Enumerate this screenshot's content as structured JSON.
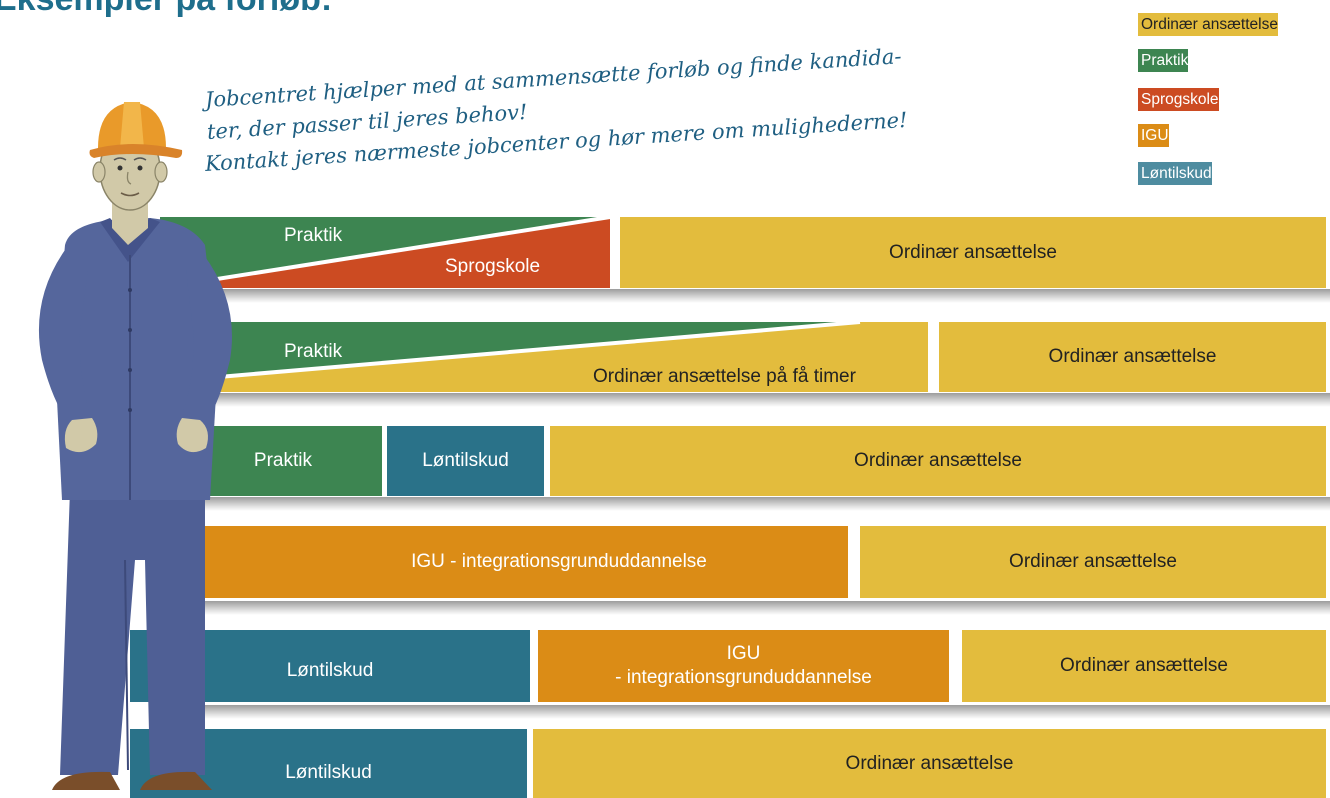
{
  "title": "Eksempler på forløb:",
  "legend": [
    {
      "label": "Ordinær ansættelse",
      "color": "#e3bc3d",
      "text_color": "#222222"
    },
    {
      "label": "Praktik",
      "color": "#3d8551",
      "text_color": "#ffffff"
    },
    {
      "label": "Sprogskole",
      "color": "#cc4b22",
      "text_color": "#ffffff"
    },
    {
      "label": "IGU",
      "color": "#db8c16",
      "text_color": "#ffffff"
    },
    {
      "label": "Løntilskud",
      "color": "#4e8ca0",
      "text_color": "#ffffff"
    }
  ],
  "handwriting": {
    "line1": "Jobcentret hjælper med at sammensætte forløb og finde kandida-",
    "line2": "ter, der passer til jeres behov!",
    "line3": "Kontakt jeres nærmeste jobcenter og hør mere om mulighederne!"
  },
  "rows": [
    {
      "praktik": "Praktik",
      "sprogskole": "Sprogskole",
      "ordinaer": "Ordinær ansættelse"
    },
    {
      "praktik": "Praktik",
      "few_hours": "Ordinær ansættelse på få timer",
      "ordinaer": "Ordinær ansættelse"
    },
    {
      "praktik": "Praktik",
      "lontilskud": "Løntilskud",
      "ordinaer": "Ordinær ansættelse"
    },
    {
      "igu": "IGU - integrationsgrunduddannelse",
      "ordinaer": "Ordinær ansættelse"
    },
    {
      "lontilskud": "Løntilskud",
      "igu_line1": "IGU",
      "igu_line2": "- integrationsgrunduddannelse",
      "ordinaer": "Ordinær ansættelse"
    },
    {
      "lontilskud": "Løntilskud",
      "ordinaer": "Ordinær ansættelse"
    }
  ],
  "colors": {
    "title": "#1e6e8c",
    "ordinaer": "#e3bc3d",
    "praktik": "#3d8551",
    "sprogskole": "#cc4b22",
    "igu": "#db8c16",
    "lontilskud": "#2a7289",
    "handwriting": "#1f5f82"
  },
  "illustration": "construction-worker"
}
